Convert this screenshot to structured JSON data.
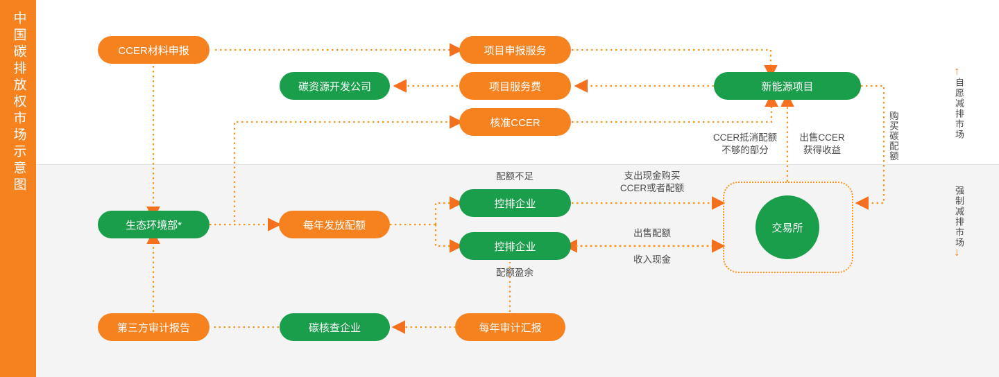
{
  "sidebar": {
    "title": "中国碳排放权市场示意图"
  },
  "markets": {
    "voluntary": {
      "label": "自愿减排市场",
      "arrow": "↑"
    },
    "mandatory": {
      "label": "强制减排市场",
      "arrow": "↓"
    }
  },
  "nodes": {
    "ccer_material": "CCER材料申报",
    "carbon_dev_company": "碳资源开发公司",
    "project_declare_service": "项目申报服务",
    "project_service_fee": "项目服务费",
    "approved_ccer": "核准CCER",
    "new_energy_project": "新能源项目",
    "eco_ministry": "生态环境部*",
    "annual_quota": "每年发放配额",
    "controlled_enterprise_1": "控排企业",
    "controlled_enterprise_2": "控排企业",
    "exchange": "交易所",
    "third_party_audit": "第三方审计报告",
    "carbon_verify_company": "碳核查企业",
    "annual_audit_report": "每年审计汇报"
  },
  "edge_labels": {
    "ccer_offset": "CCER抵消配额\n不够的部分",
    "sell_ccer": "出售CCER\n获得收益",
    "buy_carbon_quota": "购买碳配额",
    "quota_shortage": "配额不足",
    "quota_surplus": "配额盈余",
    "pay_cash_buy": "支出现金购买\nCCER或者配额",
    "sell_quota": "出售配额",
    "receive_cash": "收入现金"
  },
  "colors": {
    "orange": "#f5821f",
    "green": "#1a9e4b",
    "line": "#f7941e",
    "label_text": "#4a4a4a",
    "bg_lower": "#f4f4f4"
  }
}
